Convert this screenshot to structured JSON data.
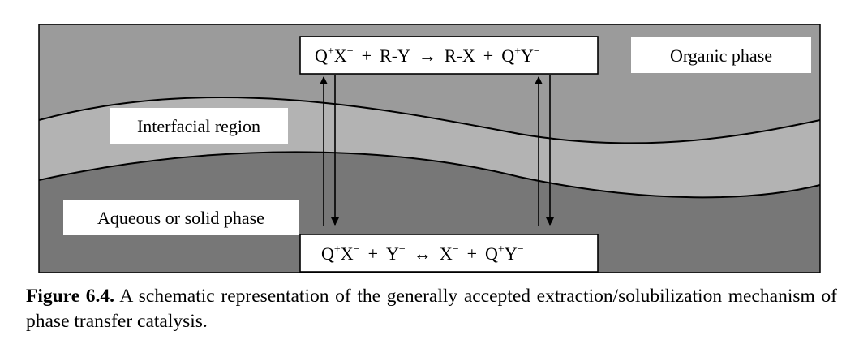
{
  "diagram": {
    "organic_phase_label": "Organic phase",
    "interfacial_region_label": "Interfacial region",
    "aqueous_phase_label": "Aqueous or solid phase",
    "organic_equation": {
      "r1": "Q",
      "r1_sup": "+",
      "r1b": "X",
      "r1b_sup": "−",
      "plus1": "+",
      "r2": "R-Y",
      "arrow": "→",
      "p1": "R-X",
      "plus2": "+",
      "p2": "Q",
      "p2_sup": "+",
      "p2b": "Y",
      "p2b_sup": "−"
    },
    "aqueous_equation": {
      "r1": "Q",
      "r1_sup": "+",
      "r1b": "X",
      "r1b_sup": "−",
      "plus1": "+",
      "r2": "Y",
      "r2_sup": "−",
      "arrow": "↔",
      "p1": "X",
      "p1_sup": "−",
      "plus2": "+",
      "p2": "Q",
      "p2_sup": "+",
      "p2b": "Y",
      "p2b_sup": "−"
    },
    "colors": {
      "organic_phase": "#9b9b9b",
      "interfacial_region": "#b3b3b3",
      "aqueous_phase": "#777777",
      "label_box": "#ffffff",
      "outline": "#000000"
    }
  },
  "caption": {
    "figure_label": "Figure 6.4.",
    "text": " A schematic representation of the generally accepted extraction/solubilization mechanism of phase transfer catalysis."
  }
}
